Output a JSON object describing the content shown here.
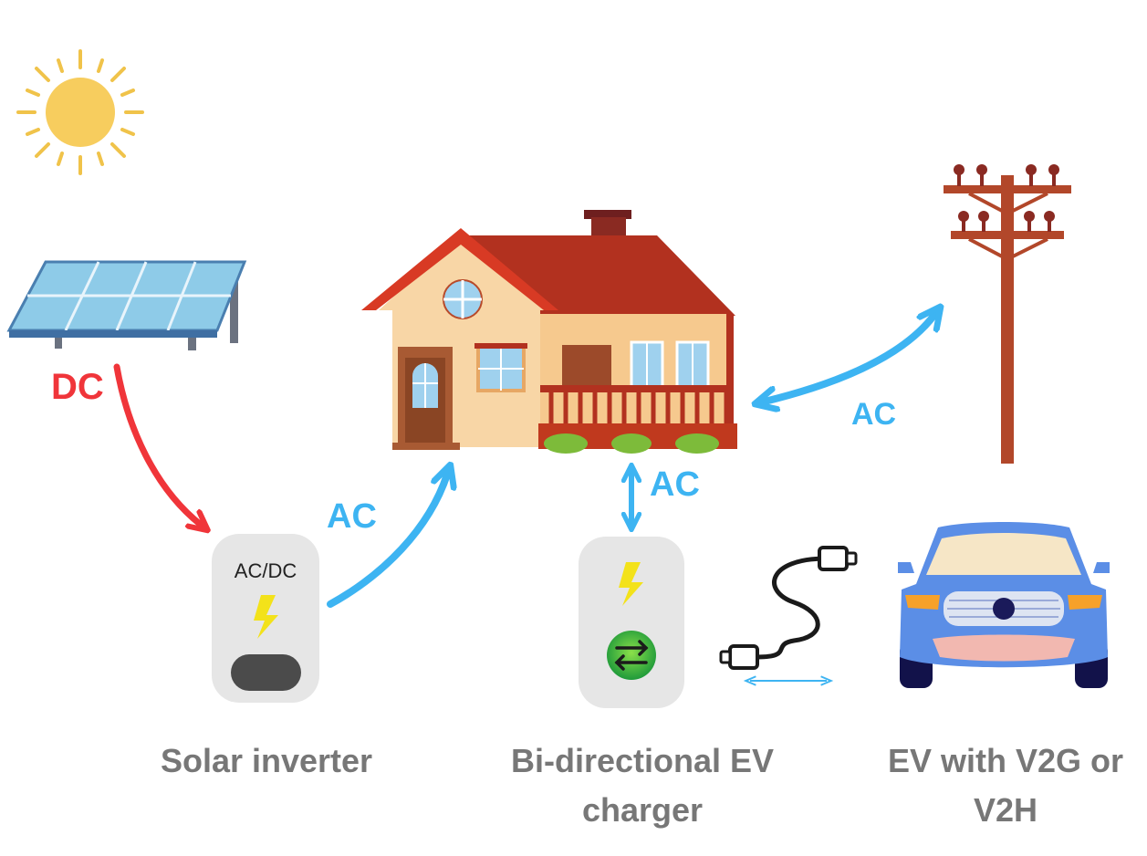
{
  "labels": {
    "dc": "DC",
    "ac_inverter_house": "AC",
    "ac_house_charger": "AC",
    "ac_house_grid": "AC",
    "inverter_caption": "AC/DC",
    "solar_inverter": "Solar inverter",
    "bidirectional_charger_line1": "Bi-directional EV",
    "bidirectional_charger_line2": "charger",
    "ev_line1": "EV with V2G or",
    "ev_line2": "V2H"
  },
  "colors": {
    "dc_arrow": "#f0353a",
    "ac_arrow": "#3db4f2",
    "caption_gray": "#777777",
    "sun": "#f7cd5e",
    "roof": "#b2311f",
    "wall": "#f8d6a6",
    "car_body": "#5b8ee6",
    "panel": "#7fc3e6"
  },
  "icons": {
    "sun": "sun-icon",
    "solar_panel": "solar-panel-icon",
    "house": "house-icon",
    "utility_pole": "utility-pole-icon",
    "inverter": "inverter-icon",
    "charger": "ev-charger-icon",
    "cable": "charging-cable-icon",
    "car": "electric-car-icon"
  }
}
